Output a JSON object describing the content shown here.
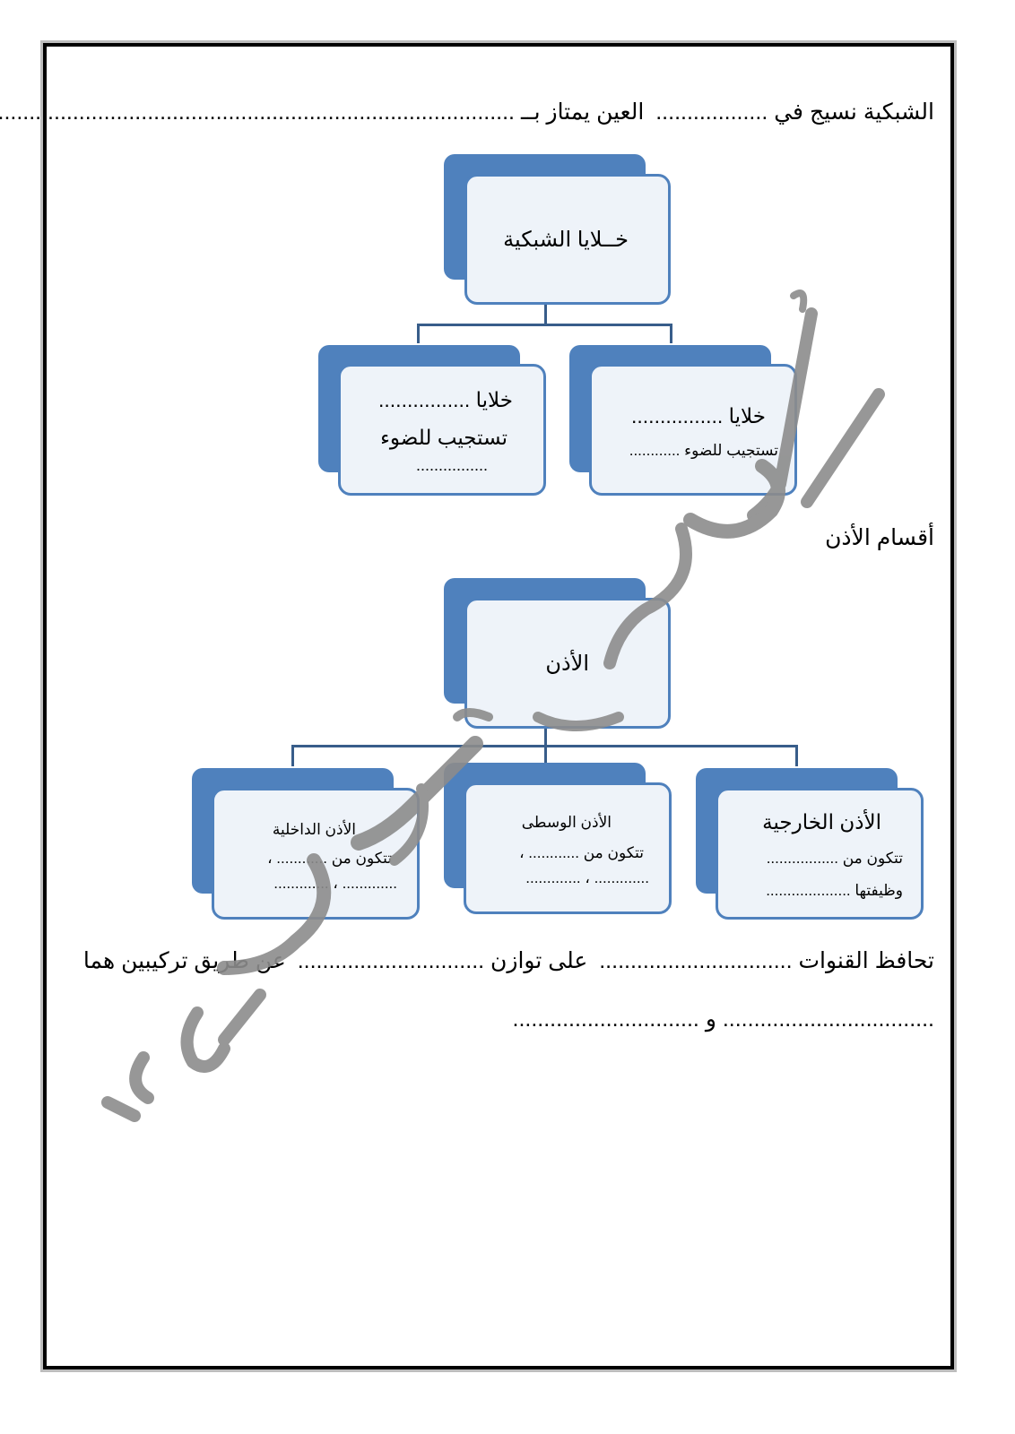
{
  "top_line": {
    "part_a": "الشبكية نسيج في ..................",
    "part_b": "العين يمتاز بــ  ...................................................................................."
  },
  "retina_chart": {
    "root": "خــلايا الشبكية",
    "left": {
      "line1": "خلايا ................",
      "line2": "تستجيب للضوء",
      "line3": "................"
    },
    "right": {
      "line1": "خلايا ................",
      "line2": "تستجيب للضوء ............"
    }
  },
  "ear_heading": "أقسام الأذن",
  "ear_chart": {
    "root": "الأذن",
    "outer": {
      "title": "الأذن الخارجية",
      "line1": "تتكون من .................",
      "line2": "وظيفتها ...................."
    },
    "middle": {
      "title": "الأذن الوسطى",
      "line1": "تتكون من ............ ،",
      "line2": "............. ، ............."
    },
    "inner": {
      "title": "الأذن الداخلية",
      "line1": "تتكون من ............ ،",
      "line2": "............. ، ............."
    }
  },
  "balance_line": {
    "part_a": "تحافظ القنوات ...............................",
    "part_b": "على توازن ..............................",
    "part_c": "عن طريق تركيبين هما"
  },
  "last_line": ".................................. و .............................."
}
